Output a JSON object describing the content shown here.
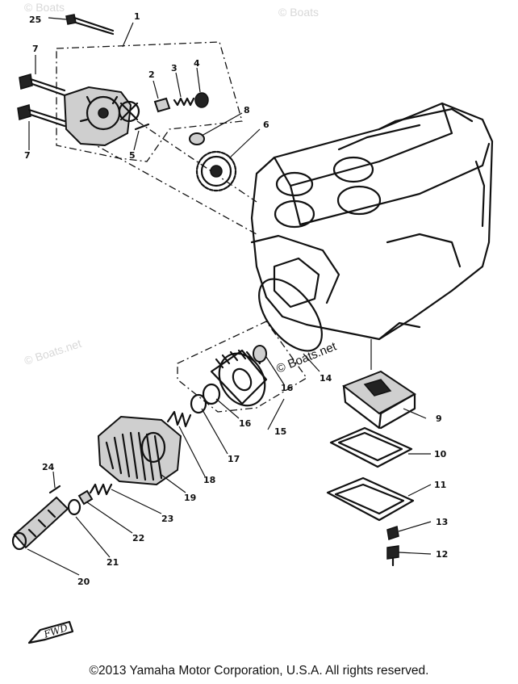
{
  "watermarks": {
    "top_left": "© Boats",
    "top_right": "© Boats",
    "mid_left": "© Boats.net",
    "center": "© Boats.net"
  },
  "callouts": [
    {
      "id": "1",
      "label": "1"
    },
    {
      "id": "2",
      "label": "2"
    },
    {
      "id": "3",
      "label": "3"
    },
    {
      "id": "4",
      "label": "4"
    },
    {
      "id": "5",
      "label": "5"
    },
    {
      "id": "6",
      "label": "6"
    },
    {
      "id": "7a",
      "label": "7"
    },
    {
      "id": "7b",
      "label": "7"
    },
    {
      "id": "8",
      "label": "8"
    },
    {
      "id": "9",
      "label": "9"
    },
    {
      "id": "10",
      "label": "10"
    },
    {
      "id": "11",
      "label": "11"
    },
    {
      "id": "12",
      "label": "12"
    },
    {
      "id": "13",
      "label": "13"
    },
    {
      "id": "14",
      "label": "14"
    },
    {
      "id": "15",
      "label": "15"
    },
    {
      "id": "16a",
      "label": "16"
    },
    {
      "id": "16b",
      "label": "16"
    },
    {
      "id": "17",
      "label": "17"
    },
    {
      "id": "18",
      "label": "18"
    },
    {
      "id": "19",
      "label": "19"
    },
    {
      "id": "20",
      "label": "20"
    },
    {
      "id": "21",
      "label": "21"
    },
    {
      "id": "22",
      "label": "22"
    },
    {
      "id": "23",
      "label": "23"
    },
    {
      "id": "24",
      "label": "24"
    },
    {
      "id": "25",
      "label": "25"
    }
  ],
  "forward_marker": "FWD",
  "copyright": "©2013 Yamaha Motor Corporation, U.S.A. All rights reserved."
}
